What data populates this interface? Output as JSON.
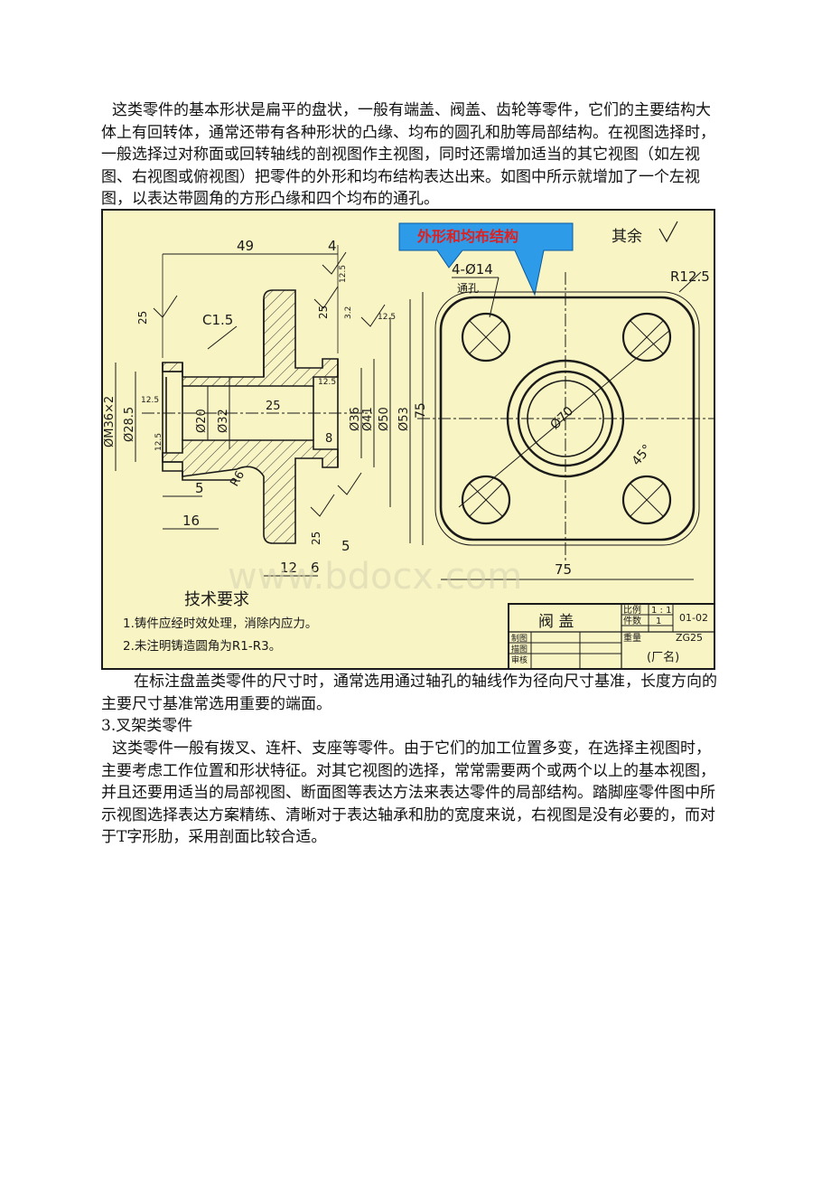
{
  "paragraph1": "这类零件的基本形状是扁平的盘状，一般有端盖、阀盖、齿轮等零件，它们的主要结构大体上有回转体，通常还带有各种形状的凸缘、均布的圆孔和肋等局部结构。在视图选择时，一般选择过对称面或回转轴线的剖视图作主视图，同时还需增加适当的其它视图（如左视图、右视图或俯视图）把零件的外形和均布结构表达出来。如图中所示就增加了一个左视图，以表达带圆角的方形凸缘和四个均布的通孔。",
  "drawing": {
    "callout": "外形和均布结构",
    "roughness_note": "其余",
    "dims": {
      "d49": "49",
      "d4": "4",
      "d12_5a": "12.5",
      "d25a": "25",
      "d25b": "25",
      "d25c": "25",
      "d25d": "25",
      "d12_5b": "12.5",
      "d12_5c": "12.5",
      "d12_5d": "12.5",
      "d12_5e": "12.5",
      "d3_2": "3.2",
      "c15": "C1.5",
      "m36": "ØM36×2",
      "d28": "Ø28.5",
      "d20": "Ø20",
      "d32": "Ø32",
      "d36": "Ø36",
      "d41": "Ø41",
      "d50": "Ø50",
      "d53": "Ø53",
      "d8": "8",
      "d5a": "5",
      "d16": "16",
      "r6": "R6",
      "d5b": "5",
      "d12": "12",
      "d6": "6",
      "hole": "4-Ø14",
      "through": "通孔",
      "r125": "R12.5",
      "d70": "Ø70",
      "deg45": "45°",
      "d75h": "75",
      "d75v": "75"
    },
    "tech_title": "技术要求",
    "tech_notes": [
      "1.铸件应经时效处理，消除内应力。",
      "2.未注明铸造圆角为R1-R3。"
    ],
    "title_block": {
      "part_name": "阀 盖",
      "scale_label": "比例",
      "scale_value": "1 : 1",
      "qty_label": "件数",
      "qty_value": "1",
      "weight_label": "重量",
      "drawing_no": "01-02",
      "material": "ZG25",
      "drawn": "制图",
      "traced": "描图",
      "checked": "审核",
      "factory": "(厂名)"
    }
  },
  "paragraph2": "在标注盘盖类零件的尺寸时，通常选用通过轴孔的轴线作为径向尺寸基准，长度方向的主要尺寸基准常选用重要的端面。",
  "heading3": "3.叉架类零件",
  "paragraph3": "这类零件一般有拨叉、连杆、支座等零件。由于它们的加工位置多变，在选择主视图时，主要考虑工作位置和形状特征。对其它视图的选择，常常需要两个或两个以上的基本视图，并且还要用适当的局部视图、断面图等表达方法来表达零件的局部结构。踏脚座零件图中所示视图选择表达方案精练、清晰对于表达轴承和肋的宽度来说，右视图是没有必要的，而对于T字形肋，采用剖面比较合适。",
  "watermark": "www.bdocx.com",
  "colors": {
    "figure_bg": "#f8f4c4",
    "ink": "#1a1a1a",
    "callout_bg": "#2e9be8",
    "callout_text": "#e02020"
  }
}
